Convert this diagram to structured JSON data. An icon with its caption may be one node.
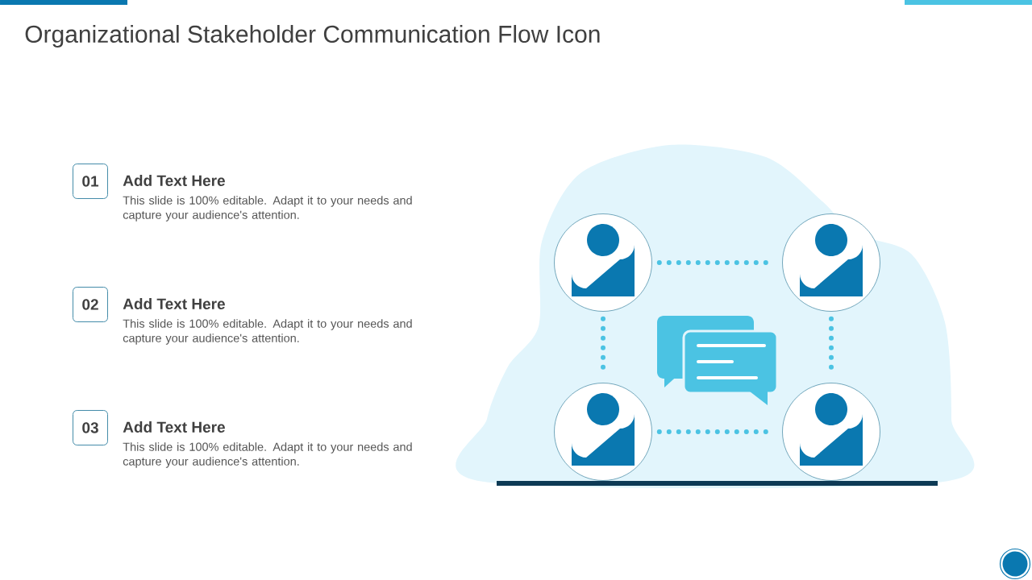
{
  "diagram": {
    "title": "Organizational Stakeholder Communication Flow Icon",
    "nodes": [
      {
        "text": [
          "01"
        ],
        "beside": [
          "Add Text Here",
          "This slide is 100% editable. Adapt it to your needs and capture your audience's attention."
        ]
      },
      {
        "text": [
          "02"
        ],
        "beside": [
          "Add Text Here",
          "This slide is 100% editable. Adapt it to your needs and capture your audience's attention."
        ]
      },
      {
        "text": [
          "03"
        ],
        "beside": [
          "Add Text Here",
          "This slide is 100% editable. Adapt it to your needs and capture your audience's attention."
        ]
      },
      {
        "text": [],
        "shape": "person"
      },
      {
        "text": [],
        "shape": "person"
      },
      {
        "text": [],
        "shape": "person"
      },
      {
        "text": [],
        "shape": "person"
      }
    ],
    "edges": [
      {
        "from": 3,
        "to": 4,
        "arrow": "none",
        "style": "dashed"
      },
      {
        "from": 3,
        "to": 5,
        "arrow": "none",
        "style": "dashed"
      },
      {
        "from": 4,
        "to": 6,
        "arrow": "none",
        "style": "dashed"
      },
      {
        "from": 5,
        "to": 6,
        "arrow": "none",
        "style": "dashed"
      }
    ]
  }
}
